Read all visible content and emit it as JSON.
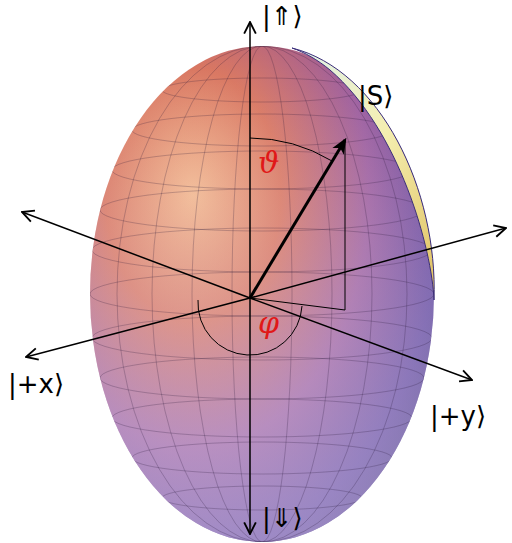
{
  "diagram": {
    "labels": [
      "|⇑⟩",
      "|S⟩",
      "ϑ",
      "|+x⟩",
      "φ",
      "|+y⟩",
      "|⇓⟩"
    ]
  }
}
